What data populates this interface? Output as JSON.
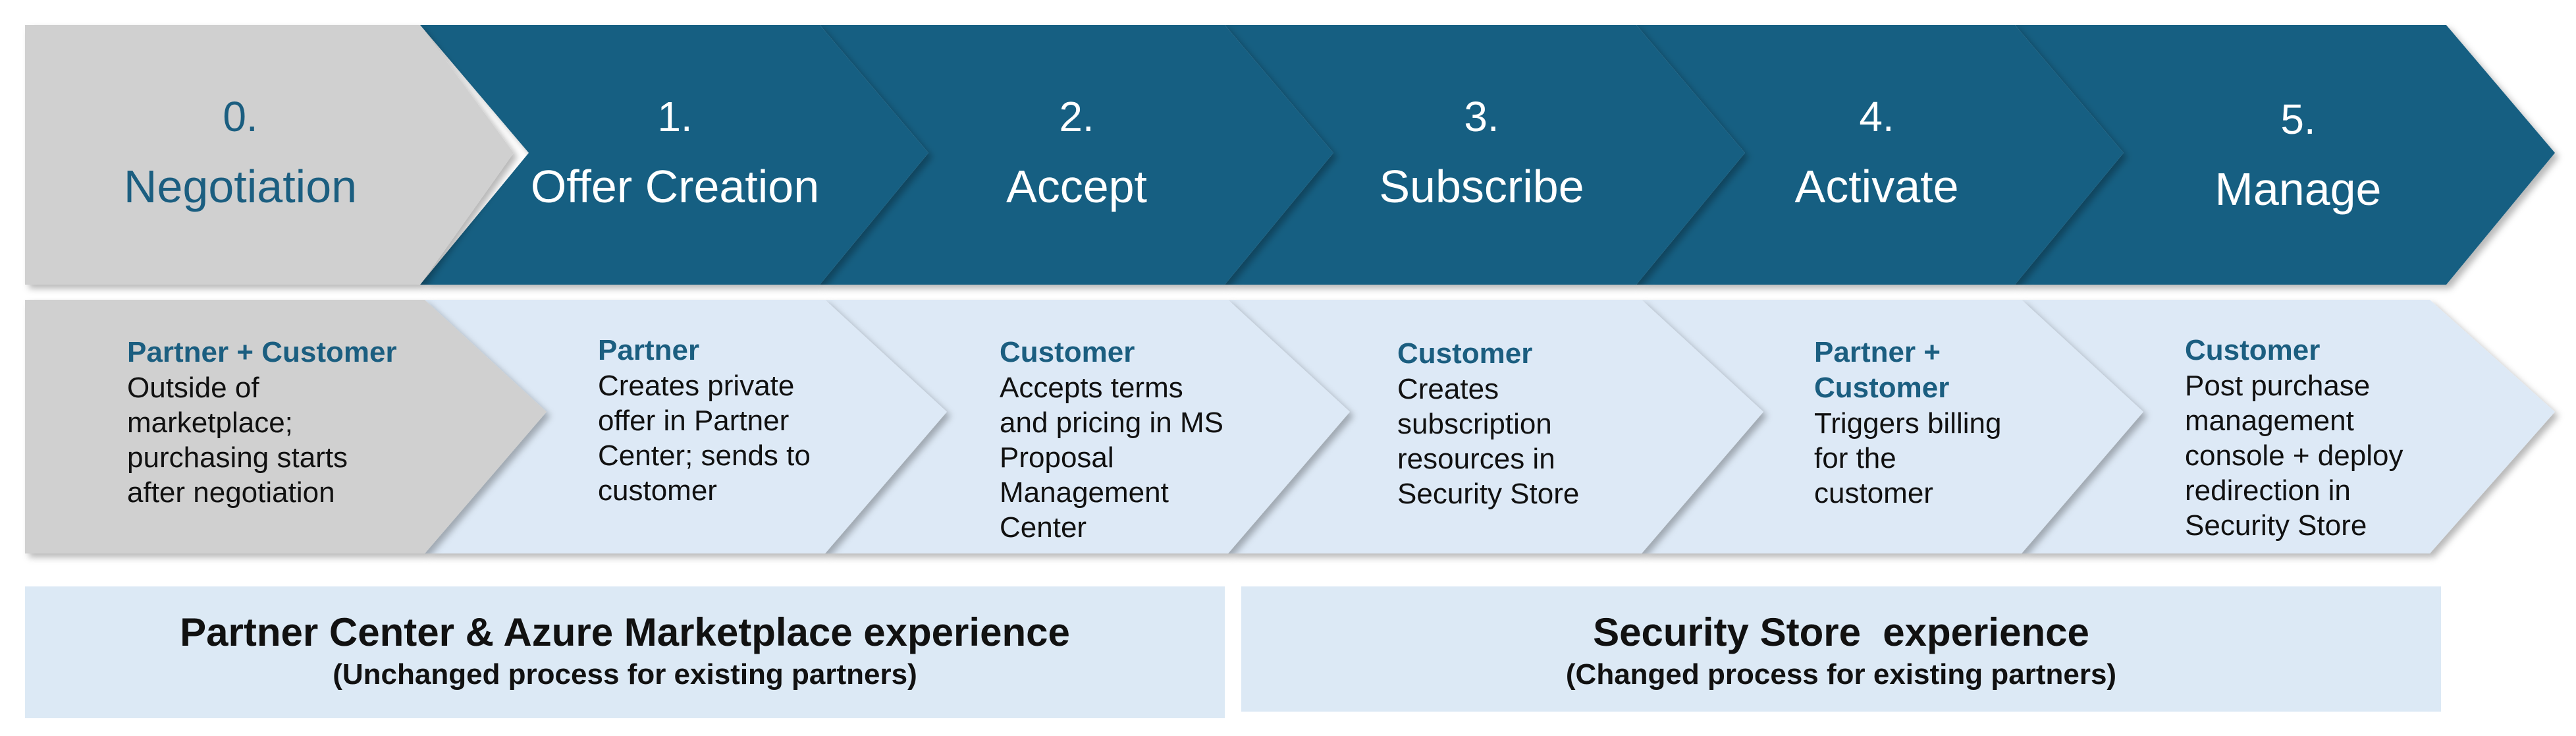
{
  "colors": {
    "stage_dark": "#165f82",
    "stage_gray": "#d0d0d0",
    "detail_light": "#dde9f6",
    "detail_gray": "#d0d0d0",
    "role_text": "#1b5e80",
    "footer_bg": "#dce9f5"
  },
  "stages": [
    {
      "number": "0.",
      "name": "Negotiation",
      "role": "Partner + Customer",
      "description": "Outside of marketplace; purchasing starts after negotiation"
    },
    {
      "number": "1.",
      "name": "Offer Creation",
      "role": "Partner",
      "description": "Creates private offer in Partner Center; sends to customer"
    },
    {
      "number": "2.",
      "name": "Accept",
      "role": "Customer",
      "description": "Accepts terms and pricing in MS Proposal Management Center"
    },
    {
      "number": "3.",
      "name": "Subscribe",
      "role": "Customer",
      "description": "Creates subscription resources in Security Store"
    },
    {
      "number": "4.",
      "name": "Activate",
      "role": "Partner + Customer",
      "description": "Triggers billing for the customer"
    },
    {
      "number": "5.",
      "name": "Manage",
      "role": "Customer",
      "description": "Post purchase management console + deploy redirection in Security Store"
    }
  ],
  "footers": [
    {
      "title": "Partner Center & Azure Marketplace experience",
      "subtitle": "(Unchanged process for existing partners)"
    },
    {
      "title": "Security Store  experience",
      "subtitle": "(Changed process for existing partners)"
    }
  ]
}
